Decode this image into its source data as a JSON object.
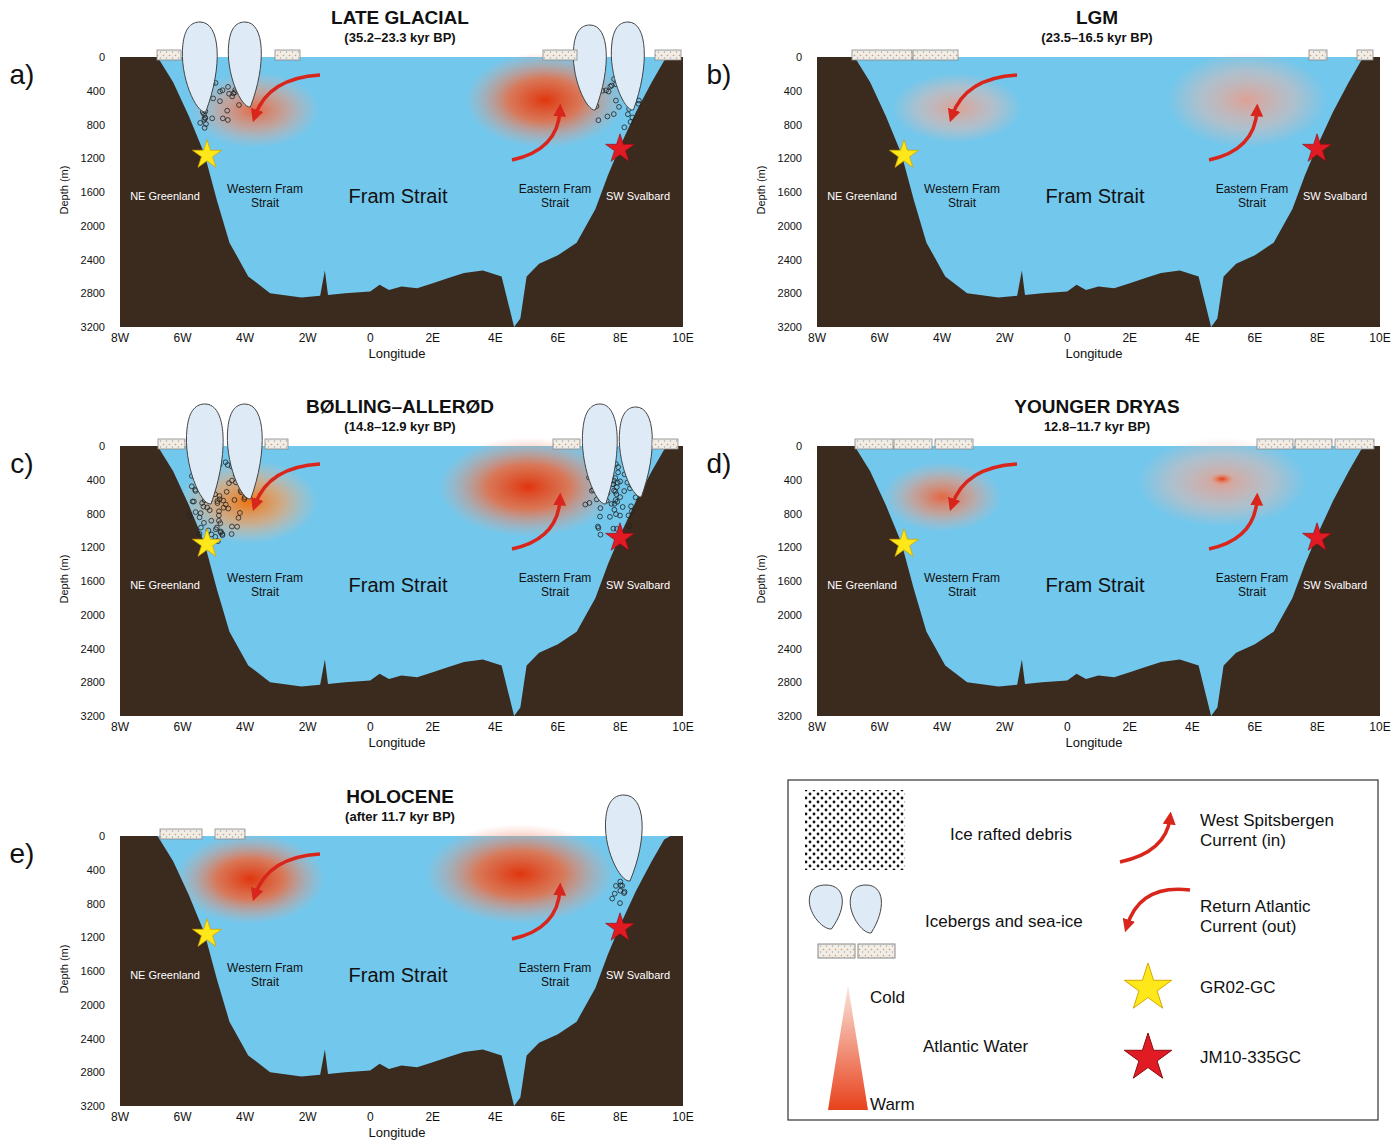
{
  "diagram": {
    "nodes": [
      {
        "text": [
          "LATE GLACIAL",
          "(35.2–23.3 kyr BP)"
        ]
      },
      {
        "text": [
          "LGM",
          "(23.5–16.5 kyr BP)"
        ]
      },
      {
        "text": [
          "BØLLING–ALLERØD",
          "(14.8–12.9 kyr BP)"
        ]
      },
      {
        "text": [
          "YOUNGER DRYAS",
          "12.8–11.7 kyr BP)"
        ]
      },
      {
        "text": [
          "HOLOCENE",
          "(after 11.7 kyr BP)"
        ]
      }
    ],
    "labels": [
      "a)",
      "0",
      "400",
      "800",
      "1200",
      "1600",
      "2000",
      "2400",
      "2800",
      "3200",
      "Depth (m)",
      "8W",
      "6W",
      "4W",
      "2W",
      "0",
      "2E",
      "4E",
      "6E",
      "8E",
      "10E",
      "Longitude",
      "NE Greenland",
      "Western Fram Strait",
      "Fram Strait",
      "Eastern Fram Strait",
      "SW Svalbard",
      "b)",
      "0",
      "400",
      "800",
      "1200",
      "1600",
      "2000",
      "2400",
      "2800",
      "3200",
      "Depth (m)",
      "8W",
      "6W",
      "4W",
      "2W",
      "0",
      "2E",
      "4E",
      "6E",
      "8E",
      "10E",
      "Longitude",
      "NE Greenland",
      "Western Fram Strait",
      "Fram Strait",
      "Eastern Fram Strait",
      "SW Svalbard",
      "c)",
      "0",
      "400",
      "800",
      "1200",
      "1600",
      "2000",
      "2400",
      "2800",
      "3200",
      "Depth (m)",
      "8W",
      "6W",
      "4W",
      "2W",
      "0",
      "2E",
      "4E",
      "6E",
      "8E",
      "10E",
      "Longitude",
      "NE Greenland",
      "Western Fram Strait",
      "Fram Strait",
      "Eastern Fram Strait",
      "SW Svalbard",
      "d)",
      "0",
      "400",
      "800",
      "1200",
      "1600",
      "2000",
      "2400",
      "2800",
      "3200",
      "Depth (m)",
      "8W",
      "6W",
      "4W",
      "2W",
      "0",
      "2E",
      "4E",
      "6E",
      "8E",
      "10E",
      "Longitude",
      "NE Greenland",
      "Western Fram Strait",
      "Fram Strait",
      "Eastern Fram Strait",
      "SW Svalbard",
      "e)",
      "0",
      "400",
      "800",
      "1200",
      "1600",
      "2000",
      "2400",
      "2800",
      "3200",
      "Depth (m)",
      "8W",
      "6W",
      "4W",
      "2W",
      "0",
      "2E",
      "4E",
      "6E",
      "8E",
      "10E",
      "Longitude",
      "NE Greenland",
      "Western Fram Strait",
      "Fram Strait",
      "Eastern Fram Strait",
      "SW Svalbard"
    ],
    "legend": [
      {
        "text": "Ice rafted debris"
      },
      {
        "text": "Icebergs and sea-ice"
      },
      {
        "text": "Cold"
      },
      {
        "text": "Atlantic Water"
      },
      {
        "text": "Warm"
      },
      {
        "text": "West Spitsbergen Current (in)"
      },
      {
        "text": "Return Atlantic Current (out)"
      },
      {
        "text": "GR02-GC"
      },
      {
        "text": "JM10-335GC"
      }
    ]
  }
}
